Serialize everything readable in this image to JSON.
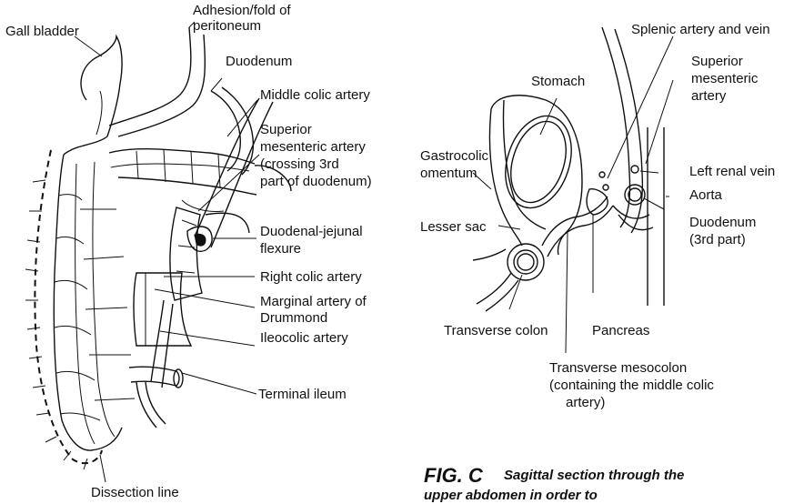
{
  "left_figure": {
    "labels": {
      "gall_bladder": "Gall bladder",
      "adhesion_1": "Adhesion/fold of",
      "adhesion_2": "peritoneum",
      "duodenum": "Duodenum",
      "middle_colic": "Middle colic artery",
      "sma_1": "Superior",
      "sma_2": "mesenteric artery",
      "sma_3": "(crossing 3rd",
      "sma_4": "part of duodenum)",
      "dj_1": "Duodenal-jejunal",
      "dj_2": "flexure",
      "right_colic": "Right colic artery",
      "marginal_1": "Marginal artery of",
      "marginal_2": "Drummond",
      "ileocolic": "Ileocolic artery",
      "terminal_ileum": "Terminal ileum",
      "dissection_line": "Dissection line"
    }
  },
  "right_figure": {
    "labels": {
      "splenic": "Splenic artery and vein",
      "stomach": "Stomach",
      "sma_1": "Superior",
      "sma_2": "mesenteric",
      "sma_3": "artery",
      "gastrocolic_1": "Gastrocolic",
      "gastrocolic_2": "omentum",
      "left_renal_vein": "Left renal vein",
      "aorta": "Aorta",
      "lesser_sac": "Lesser sac",
      "duodenum_1": "Duodenum",
      "duodenum_2": "(3rd part)",
      "transverse_colon": "Transverse colon",
      "pancreas": "Pancreas",
      "mesocolon_1": "Transverse mesocolon",
      "mesocolon_2": "(containing the middle colic",
      "mesocolon_3": "artery)"
    }
  },
  "caption": {
    "fig": "FIG. C",
    "line1": "Sagittal section through the",
    "line2": "upper abdomen in order to"
  }
}
